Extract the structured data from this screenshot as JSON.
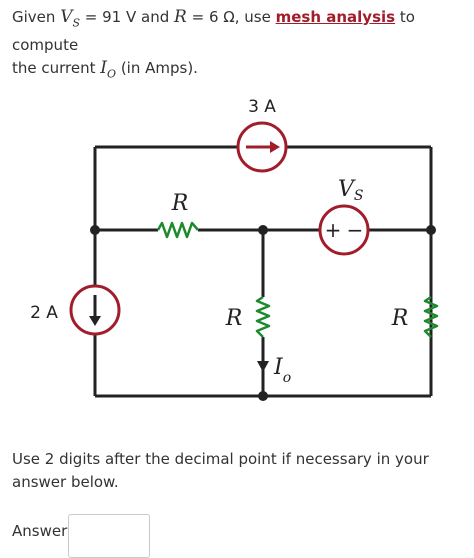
{
  "question": {
    "given": "Given",
    "vs_symbol": "V",
    "vs_sub": "S",
    "vs_value": "= 91 V and",
    "r_symbol": "R",
    "r_value": "= 6 Ω, use",
    "link": "mesh analysis",
    "rest1": "to compute",
    "rest2": "the current",
    "io_symbol": "I",
    "io_sub": "O",
    "rest3": "(in Amps)."
  },
  "circuit": {
    "source_top": "3 A",
    "source_left": "2 A",
    "r_label": "R",
    "vs_label": "V",
    "vs_sub": "S",
    "vs_plus": "+",
    "vs_minus": "−",
    "io_label": "I",
    "io_sub": "o"
  },
  "instruction": "Use 2 digits after the decimal point if necessary in your answer below.",
  "answer": {
    "label": "Answer:",
    "value": ""
  },
  "colors": {
    "link": "#a11d2b",
    "source": "#a11d2b",
    "resistor": "#1d8a2d"
  }
}
